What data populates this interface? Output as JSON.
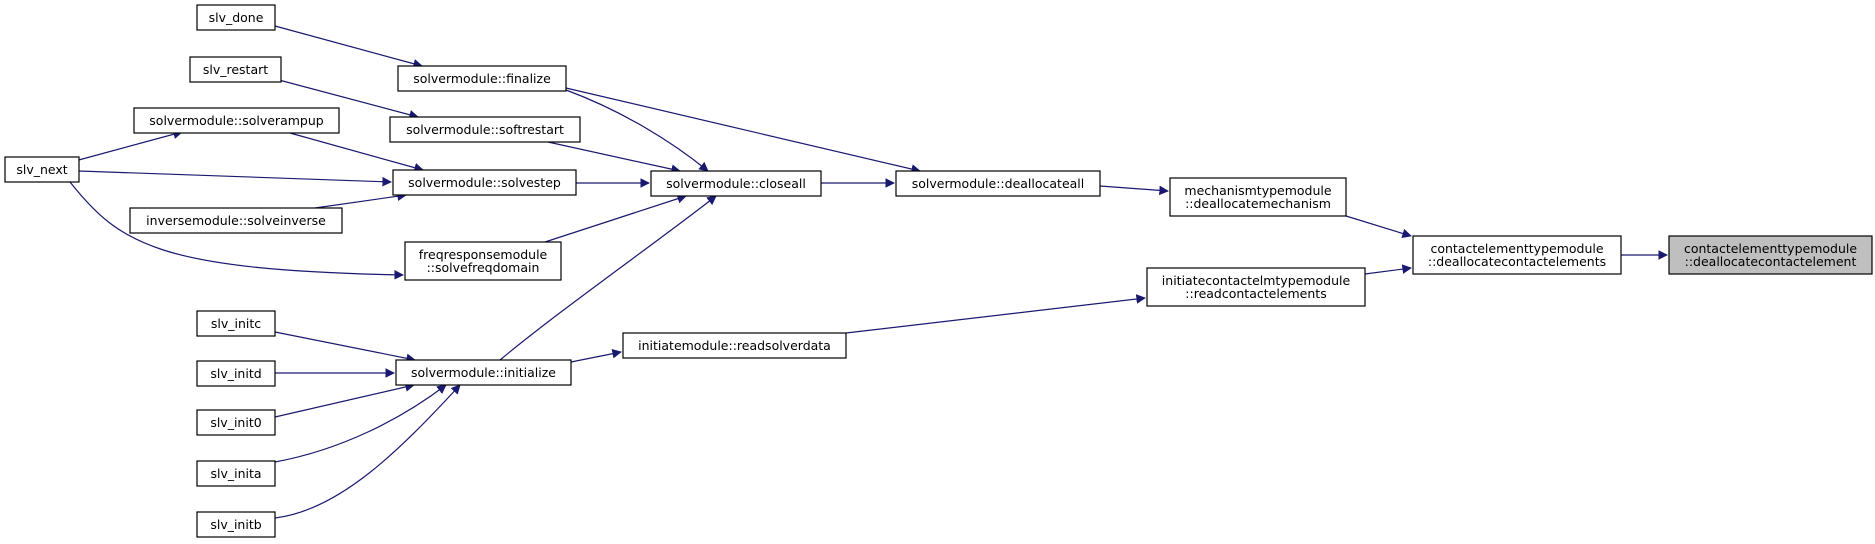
{
  "diagram": {
    "colors": {
      "edge": "#191970",
      "node_fill": "#ffffff",
      "node_border": "#000000",
      "root_fill": "#bfbfbf"
    },
    "nodes": [
      {
        "id": "root",
        "lines": [
          "contactelementtypemodule",
          "::deallocatecontactelement"
        ],
        "root": true
      },
      {
        "id": "cet_dealloc_elements",
        "lines": [
          "contactelementtypemodule",
          "::deallocatecontactelements"
        ]
      },
      {
        "id": "mech_dealloc",
        "lines": [
          "mechanismtypemodule",
          "::deallocatemechanism"
        ]
      },
      {
        "id": "ice_read",
        "lines": [
          "initiatecontactelmtypemodule",
          "::readcontactelements"
        ]
      },
      {
        "id": "deallocateall",
        "lines": [
          "solvermodule::deallocateall"
        ]
      },
      {
        "id": "readsolverdata",
        "lines": [
          "initiatemodule::readsolverdata"
        ]
      },
      {
        "id": "closeall",
        "lines": [
          "solvermodule::closeall"
        ]
      },
      {
        "id": "finalize",
        "lines": [
          "solvermodule::finalize"
        ]
      },
      {
        "id": "softrestart",
        "lines": [
          "solvermodule::softrestart"
        ]
      },
      {
        "id": "solvestep",
        "lines": [
          "solvermodule::solvestep"
        ]
      },
      {
        "id": "solvefreqdomain",
        "lines": [
          "freqresponsemodule",
          "::solvefreqdomain"
        ]
      },
      {
        "id": "initialize",
        "lines": [
          "solvermodule::initialize"
        ]
      },
      {
        "id": "slv_done",
        "lines": [
          "slv_done"
        ]
      },
      {
        "id": "slv_restart",
        "lines": [
          "slv_restart"
        ]
      },
      {
        "id": "solverampup",
        "lines": [
          "solvermodule::solverampup"
        ]
      },
      {
        "id": "solveinverse",
        "lines": [
          "inversemodule::solveinverse"
        ]
      },
      {
        "id": "slv_next",
        "lines": [
          "slv_next"
        ]
      },
      {
        "id": "slv_initc",
        "lines": [
          "slv_initc"
        ]
      },
      {
        "id": "slv_initd",
        "lines": [
          "slv_initd"
        ]
      },
      {
        "id": "slv_init0",
        "lines": [
          "slv_init0"
        ]
      },
      {
        "id": "slv_inita",
        "lines": [
          "slv_inita"
        ]
      },
      {
        "id": "slv_initb",
        "lines": [
          "slv_initb"
        ]
      }
    ],
    "edges": [
      {
        "from": "cet_dealloc_elements",
        "to": "root"
      },
      {
        "from": "mech_dealloc",
        "to": "cet_dealloc_elements"
      },
      {
        "from": "ice_read",
        "to": "cet_dealloc_elements"
      },
      {
        "from": "deallocateall",
        "to": "mech_dealloc"
      },
      {
        "from": "readsolverdata",
        "to": "ice_read"
      },
      {
        "from": "closeall",
        "to": "deallocateall"
      },
      {
        "from": "finalize",
        "to": "deallocateall"
      },
      {
        "from": "initialize",
        "to": "readsolverdata"
      },
      {
        "from": "finalize",
        "to": "closeall"
      },
      {
        "from": "softrestart",
        "to": "closeall"
      },
      {
        "from": "solvestep",
        "to": "closeall"
      },
      {
        "from": "solvefreqdomain",
        "to": "closeall"
      },
      {
        "from": "initialize",
        "to": "closeall"
      },
      {
        "from": "slv_done",
        "to": "finalize"
      },
      {
        "from": "slv_restart",
        "to": "softrestart"
      },
      {
        "from": "solverampup",
        "to": "solvestep"
      },
      {
        "from": "slv_next",
        "to": "solvestep"
      },
      {
        "from": "solveinverse",
        "to": "solvestep"
      },
      {
        "from": "slv_next",
        "to": "solverampup"
      },
      {
        "from": "slv_next",
        "to": "solvefreqdomain"
      },
      {
        "from": "slv_initc",
        "to": "initialize"
      },
      {
        "from": "slv_initd",
        "to": "initialize"
      },
      {
        "from": "slv_init0",
        "to": "initialize"
      },
      {
        "from": "slv_inita",
        "to": "initialize"
      },
      {
        "from": "slv_initb",
        "to": "initialize"
      }
    ]
  }
}
